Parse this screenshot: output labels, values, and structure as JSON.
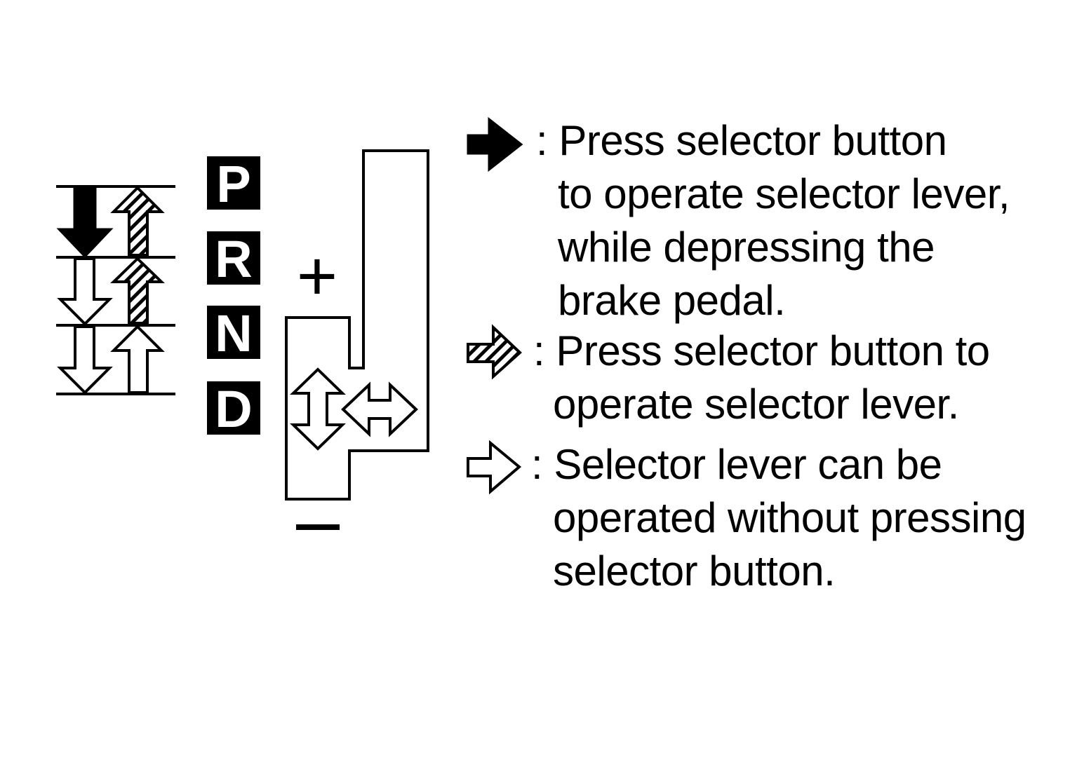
{
  "gears": [
    "P",
    "R",
    "N",
    "D"
  ],
  "manual_shift": {
    "plus_label": "+",
    "minus_label": "—"
  },
  "legend": [
    {
      "icon": "solid-black-arrow",
      "separator": ":",
      "lines": [
        "Press selector button",
        "to operate selector lever,",
        "while depressing the",
        "brake pedal."
      ]
    },
    {
      "icon": "hatched-arrow",
      "separator": ":",
      "lines": [
        "Press selector button to",
        "operate selector lever."
      ]
    },
    {
      "icon": "outline-arrow",
      "separator": ":",
      "lines": [
        "Selector lever can be",
        "operated without pressing",
        "selector button."
      ]
    }
  ],
  "colors": {
    "ink": "#000000",
    "paper": "#ffffff"
  }
}
